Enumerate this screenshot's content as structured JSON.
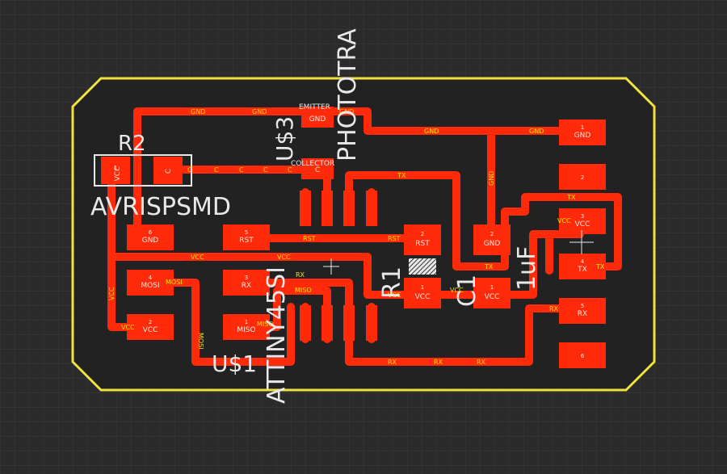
{
  "silkscreen": {
    "phototransistor_name": "PHOTOTRA",
    "phototransistor_ref": "U$3",
    "resistor_ref": "R2",
    "avrisp_name": "AVRISPSMD",
    "ic_name": "ATTINY45SI",
    "ic_ref": "U$1",
    "resistor_ref2": "R1",
    "capacitor_value": "1uF",
    "capacitor_ref": "C1",
    "emitter_label": "EMITTER",
    "collector_label": "COLLECTOR"
  },
  "colors": {
    "copper": "#ff2a0a",
    "outline": "#f0e040",
    "grid_minor": "#3a3a3a",
    "grid_major": "#444444",
    "background": "#2b2b2b"
  },
  "pads": {
    "avr": [
      {
        "num": "6",
        "label": "GND"
      },
      {
        "num": "5",
        "label": "RST"
      },
      {
        "num": "4",
        "label": "MOSI"
      },
      {
        "num": "3",
        "label": "RX"
      },
      {
        "num": "2",
        "label": "VCC"
      },
      {
        "num": "1",
        "label": "MISO"
      }
    ],
    "ftdi": [
      {
        "num": "1",
        "label": "GND"
      },
      {
        "num": "2",
        "label": ""
      },
      {
        "num": "3",
        "label": "VCC"
      },
      {
        "num": "4",
        "label": "TX"
      },
      {
        "num": "5",
        "label": "RX"
      },
      {
        "num": "6",
        "label": ""
      }
    ],
    "r1": [
      {
        "num": "2",
        "label": "RST"
      },
      {
        "num": "1",
        "label": "VCC"
      }
    ],
    "c1": [
      {
        "num": "2",
        "label": "GND"
      },
      {
        "num": "1",
        "label": "VCC"
      }
    ],
    "r2": [
      {
        "num": "1",
        "label": "VCC"
      },
      {
        "num": "2",
        "label": "C"
      }
    ],
    "photo": [
      {
        "label": "GND"
      },
      {
        "label": "C"
      }
    ]
  },
  "nets": {
    "gnd": "GND",
    "vcc": "VCC",
    "rst": "RST",
    "mosi": "MOSI",
    "miso": "MISO",
    "rx": "RX",
    "tx": "TX",
    "c": "C"
  }
}
